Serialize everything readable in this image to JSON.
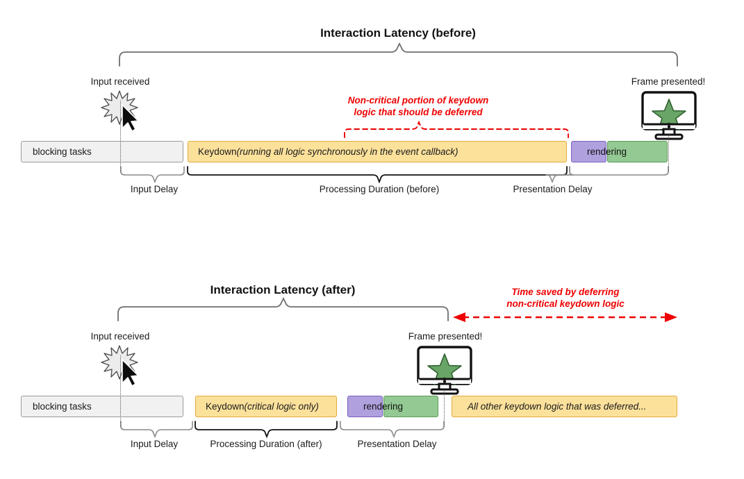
{
  "diagrams": [
    {
      "id": "before",
      "title": "Interaction Latency (before)",
      "input_marker_label": "Input received",
      "frame_marker_label": "Frame presented!",
      "red_note_line1": "Non-critical portion of keydown",
      "red_note_line2": "logic that should be deferred",
      "blocks": {
        "blocking": "blocking tasks",
        "keydown_strong": "Keydown ",
        "keydown_em": "(running all logic synchronously in the event callback)",
        "rendering": "rendering"
      },
      "segments": [
        {
          "label": "Input Delay"
        },
        {
          "label": "Processing Duration (before)"
        },
        {
          "label": "Presentation Delay"
        }
      ]
    },
    {
      "id": "after",
      "title": "Interaction Latency (after)",
      "input_marker_label": "Input received",
      "frame_marker_label": "Frame presented!",
      "red_note_line1": "Time saved by deferring",
      "red_note_line2": "non-critical keydown logic",
      "blocks": {
        "blocking": "blocking tasks",
        "keydown_strong": "Keydown ",
        "keydown_em": "(critical logic only)",
        "rendering": "rendering",
        "deferred": "All other keydown logic that was deferred..."
      },
      "segments": [
        {
          "label": "Input Delay"
        },
        {
          "label": "Processing Duration (after)"
        },
        {
          "label": "Presentation Delay"
        }
      ]
    }
  ],
  "icons": {
    "input_burst": "burst-cursor-icon",
    "frame_monitor": "monitor-star-icon"
  },
  "colors": {
    "yellow_fill": "#fce19b",
    "yellow_stroke": "#e0a93a",
    "grey_fill": "#f1f1f1",
    "grey_stroke": "#9a9a9a",
    "purple_fill": "#b0a0de",
    "purple_stroke": "#7a5fc0",
    "green_fill": "#93c992",
    "green_stroke": "#5a9a58",
    "red_accent": "#ee0000",
    "brace_grey": "#6e6e6e",
    "brace_black": "#111111"
  }
}
